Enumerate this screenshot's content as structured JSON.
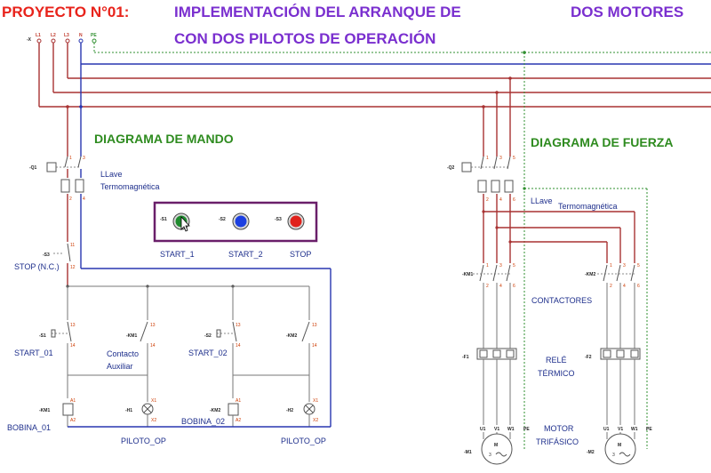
{
  "title": {
    "project": "PROYECTO N°01:",
    "line1": "IMPLEMENTACIÓN DEL ARRANQUE DE",
    "line1_end": "DOS MOTORES",
    "line2": "CON DOS PILOTOS DE OPERACIÓN"
  },
  "sections": {
    "mando": "DIAGRAMA DE MANDO",
    "fuerza": "DIAGRAMA DE FUERZA"
  },
  "supply": {
    "lines": [
      "L1",
      "L2",
      "L3",
      "N",
      "PE"
    ],
    "tag": "-X"
  },
  "control_panel": {
    "buttons": [
      {
        "tag": "-S1",
        "label": "START_1",
        "color": "#1f8a2e"
      },
      {
        "tag": "-S2",
        "label": "START_2",
        "color": "#1c3fe0"
      },
      {
        "tag": "-S3",
        "label": "STOP",
        "color": "#e0211b"
      }
    ],
    "border_color": "#6a1f6a"
  },
  "mando": {
    "breaker_tag": "-Q1",
    "breaker_label_1": "LLave",
    "breaker_label_2": "Termomagnética",
    "stop_tag": "-S3",
    "stop_label": "STOP (N.C.)",
    "start1_tag": "-S1",
    "start1_label": "START_01",
    "start2_tag": "-S2",
    "start2_label": "START_02",
    "aux1_tag": "-KM1",
    "aux2_tag": "-KM2",
    "aux_label_1": "Contacto",
    "aux_label_2": "Auxiliar",
    "coil1_tag": "-KM1",
    "coil1_label": "BOBINA_01",
    "coil2_tag": "-KM2",
    "coil2_label": "BOBINA_02",
    "lamp1_tag": "-H1",
    "lamp2_tag": "-H2",
    "lamp_label": "PILOTO_OP"
  },
  "fuerza": {
    "breaker_tag": "-Q2",
    "breaker_label_1": "LLave",
    "breaker_label_2": "Termomagnética",
    "contactor1_tag": "-KM1",
    "contactor2_tag": "-KM2",
    "contactor_label": "CONTACTORES",
    "relay1_tag": "-F1",
    "relay2_tag": "-F2",
    "relay_label_1": "RELÉ",
    "relay_label_2": "TÉRMICO",
    "motor1_tag": "-M1",
    "motor2_tag": "-M2",
    "motor_label_1": "MOTOR",
    "motor_label_2": "TRIFÁSICO",
    "terminals": [
      "U1",
      "V1",
      "W1",
      "PE"
    ]
  }
}
